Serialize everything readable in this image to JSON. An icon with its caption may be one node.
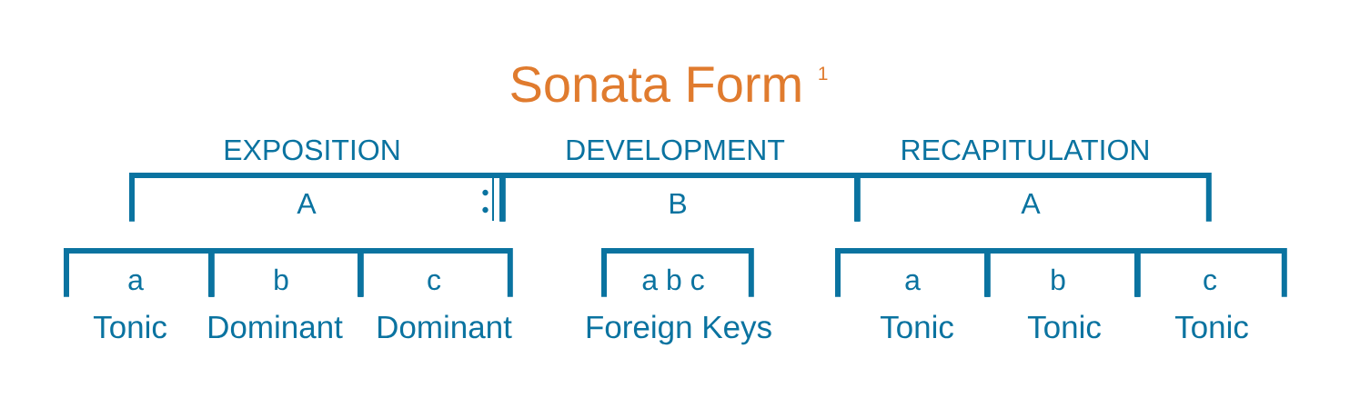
{
  "diagram": {
    "title": "Sonata Form $^{1}$",
    "nodes": [
      {
        "text": [
          "EXPOSITION",
          "A"
        ]
      },
      {
        "text": [
          "DEVELOPMENT",
          "B"
        ]
      },
      {
        "text": [
          "RECAPITULATION",
          "A"
        ]
      },
      {
        "text": [
          "a"
        ],
        "beside": [
          "Tonic"
        ]
      },
      {
        "text": [
          "b"
        ],
        "beside": [
          "Dominant"
        ]
      },
      {
        "text": [
          "c"
        ],
        "beside": [
          "Dominant"
        ]
      },
      {
        "text": [
          "a b c"
        ],
        "beside": [
          "Foreign Keys"
        ]
      },
      {
        "text": [
          "a"
        ],
        "beside": [
          "Tonic"
        ]
      },
      {
        "text": [
          "b"
        ],
        "beside": [
          "Tonic"
        ]
      },
      {
        "text": [
          "c"
        ],
        "beside": [
          "Tonic"
        ]
      }
    ]
  }
}
